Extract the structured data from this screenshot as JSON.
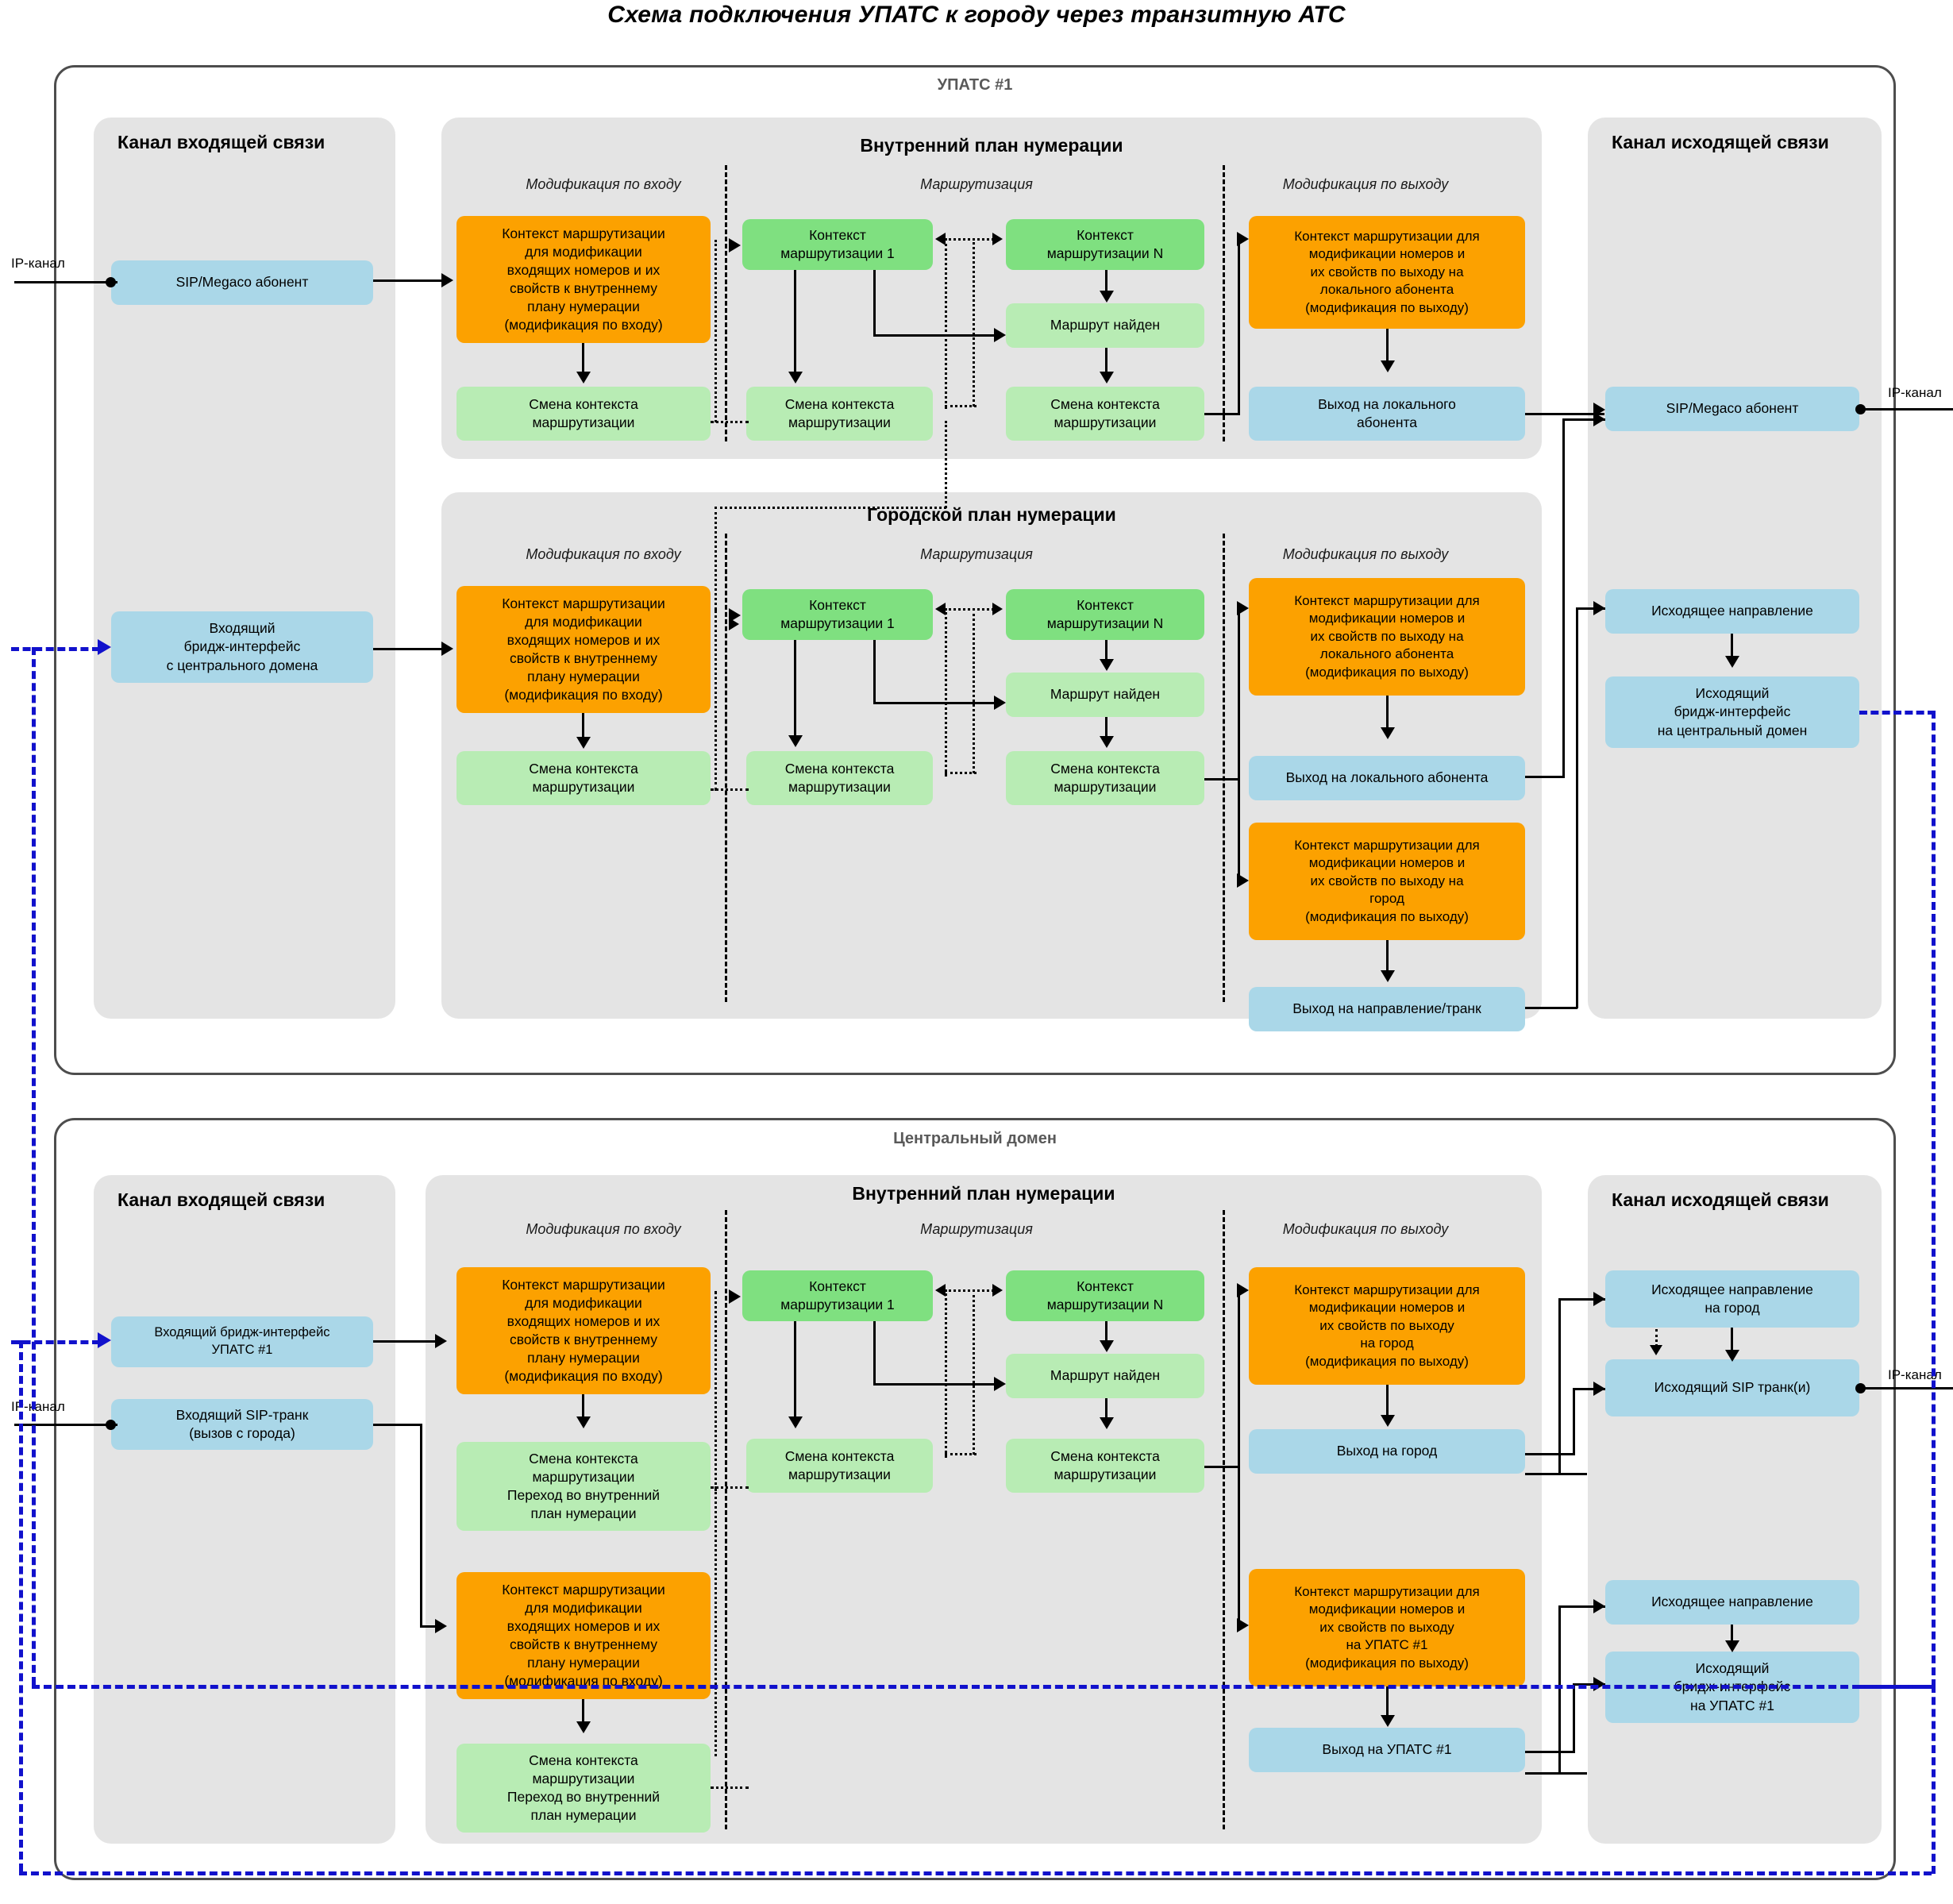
{
  "title": "Схема подключения УПАТС к городу через транзитную АТС",
  "colors": {
    "blue_node": "#aad7e8",
    "orange_node": "#fca100",
    "green_node": "#7fe080",
    "light_green_node": "#b8ecb4",
    "panel_grey": "#e4e4e4",
    "frame_grey": "#4d4d4d",
    "bridge_link_blue": "#1111cc"
  },
  "common": {
    "incoming_channel": "Канал входящей связи",
    "outgoing_channel": "Канал исходящей связи",
    "internal_plan": "Внутренний план нумерации",
    "city_plan": "Городской план нумерации",
    "mod_in": "Модификация по входу",
    "routing": "Маршрутизация",
    "mod_out": "Модификация по выходу",
    "ctx_in": "Контекст маршрутизации\nдля модификации\nвходящих номеров и их\nсвойств к внутреннему\nплану нумерации\n(модификация по входу)",
    "ctx_change": "Смена контекста\nмаршрутизации",
    "ctx_change_transition": "Смена контекста\nмаршрутизации\nПереход во внутренний\nплан нумерации",
    "ctx_1": "Контекст\nмаршрутизации 1",
    "ctx_n": "Контекст\nмаршрутизации N",
    "route_found": "Маршрут найден",
    "ip_channel": "IP-канал"
  },
  "upats": {
    "domain_caption": "УПАТС #1",
    "in_nodes": [
      {
        "label": "SIP/Megaco абонент"
      },
      {
        "label": "Входящий\nбридж-интерфейс\nс центрального домена"
      }
    ],
    "internal": {
      "mod_out_ctx": "Контекст маршрутизации для\nмодификации номеров и\nих свойств по выходу на\nлокального абонента\n(модификация по выходу)",
      "exit_local": "Выход на локального\nабонента"
    },
    "city": {
      "mod_out_ctx_local": "Контекст маршрутизации для\nмодификации номеров и\nих свойств по выходу на\nлокального абонента\n(модификация по выходу)",
      "exit_local": "Выход на локального абонента",
      "mod_out_ctx_city": "Контекст маршрутизации для\nмодификации номеров и\nих свойств по выходу на\nгород\n(модификация по выходу)",
      "exit_trunk": "Выход на направление/транк"
    },
    "out_nodes": [
      {
        "label": "SIP/Megaco абонент"
      },
      {
        "label": "Исходящее направление"
      },
      {
        "label": "Исходящий\nбридж-интерфейс\nна центральный домен"
      }
    ]
  },
  "central": {
    "domain_caption": "Центральный домен",
    "in_nodes": [
      {
        "label": "Входящий бридж-интерфейс\nУПАТС #1"
      },
      {
        "label": "Входящий SIP-транк\n(вызов с города)"
      }
    ],
    "internal": {
      "ctx_in_1": "Контекст маршрутизации\nдля модификации\nвходящих номеров и их\nсвойств к внутреннему\nплану нумерации\n(модификация по входу)",
      "ctx_change_1": "Смена контекста\nмаршрутизации\nПереход во внутренний\nплан нумерации",
      "ctx_in_2": "Контекст маршрутизации\nдля модификации\nвходящих номеров и их\nсвойств к внутреннему\nплану нумерации\n(модификация по входу)",
      "ctx_change_2": "Смена контекста\nмаршрутизации\nПереход во внутренний\nплан нумерации",
      "mod_out_ctx_city": "Контекст маршрутизации для\nмодификации номеров и\nих свойств по выходу\nна город\n(модификация по выходу)",
      "exit_city": "Выход на город",
      "mod_out_ctx_upats": "Контекст маршрутизации для\nмодификации номеров и\nих свойств по выходу\nна УПАТС #1\n(модификация по выходу)",
      "exit_upats": "Выход на УПАТС #1"
    },
    "out_nodes": [
      {
        "label": "Исходящее направление\nна город"
      },
      {
        "label": "Исходящий SIP транк(и)"
      },
      {
        "label": "Исходящее направление"
      },
      {
        "label": "Исходящий\nбридж-интерфейс\nна УПАТС #1"
      }
    ]
  }
}
